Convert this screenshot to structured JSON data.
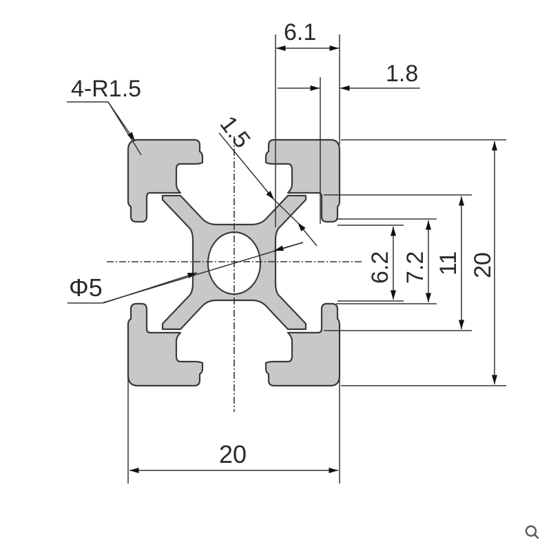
{
  "drawing": {
    "title": "20x20 aluminum extrusion profile cross-section",
    "profile_fill": "#c8c8c8",
    "line_color": "#2a2a2a",
    "dimensions": {
      "slot_opening_width": "6.1",
      "wall_thickness": "1.8",
      "corner_radius": "4-R1.5",
      "web_thickness": "1.5",
      "center_hole": "Φ5",
      "inner_slot_62": "6.2",
      "slot_72": "7.2",
      "slot_11": "11",
      "height": "20",
      "width": "20"
    }
  },
  "controls": {
    "zoom_icon": "magnifier-icon"
  }
}
